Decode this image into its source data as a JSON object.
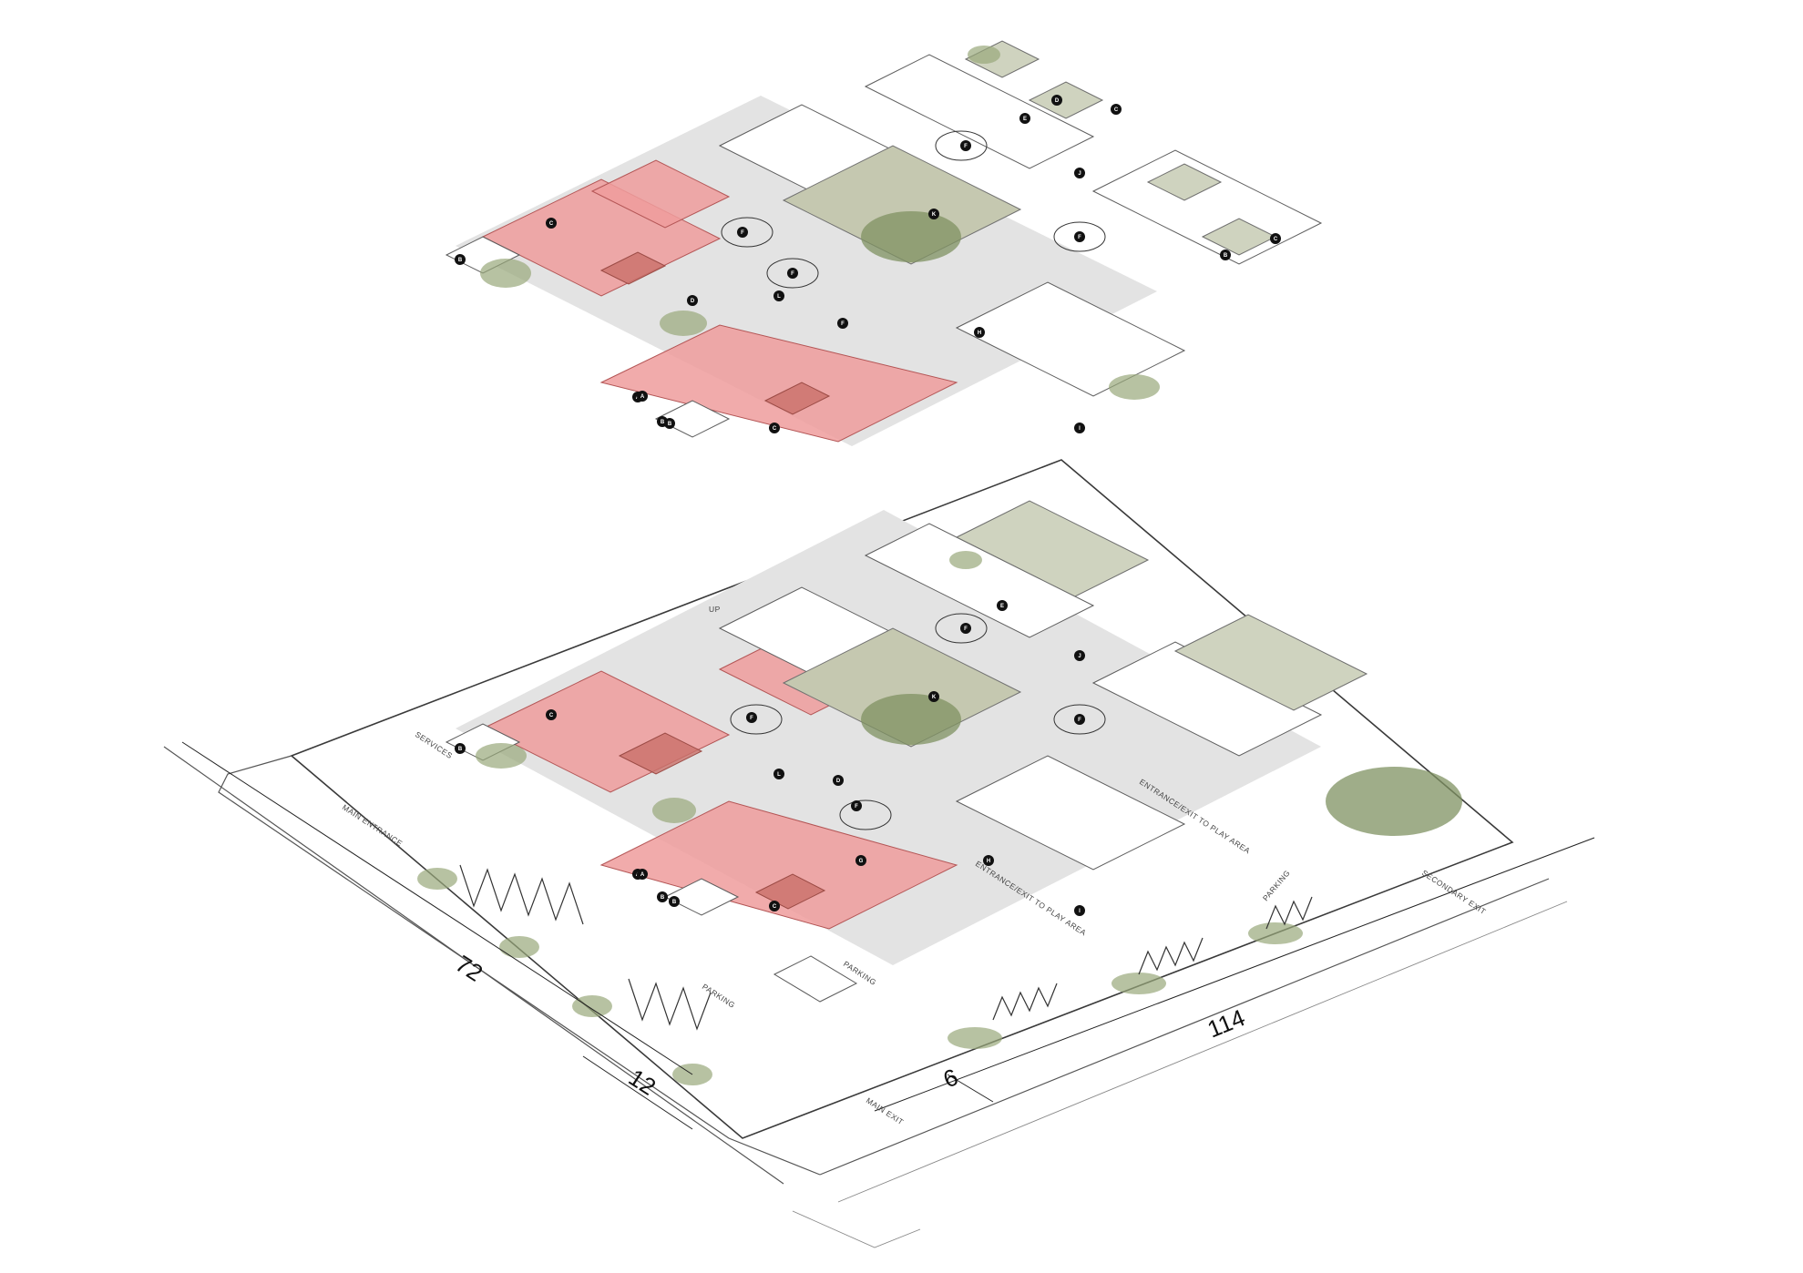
{
  "dimensions": {
    "site_depth": "72",
    "site_width": "114",
    "parking_depth": "12",
    "sidewalk": "6"
  },
  "labels": {
    "services": "SERVICES",
    "main_entrance": "MAIN ENTRANCE",
    "parking_left": "PARKING",
    "parking_center": "PARKING",
    "parking_right": "PARKING",
    "main_exit": "MAIN EXIT",
    "secondary_exit": "SECONDARY EXIT",
    "play_entrance_1": "ENTRANCE/EXIT TO PLAY AREA",
    "play_entrance_2": "ENTRANCE/EXIT TO PLAY AREA",
    "up": "UP"
  },
  "upper_markers": [
    "B",
    "C",
    "B",
    "A",
    "F",
    "F",
    "L",
    "D",
    "F",
    "A",
    "B",
    "C",
    "K",
    "F",
    "F",
    "J",
    "E",
    "C",
    "D",
    "C",
    "B",
    "H",
    "I"
  ],
  "lower_markers": [
    "B",
    "C",
    "B",
    "A",
    "F",
    "D",
    "L",
    "F",
    "A",
    "B",
    "C",
    "G",
    "K",
    "F",
    "F",
    "J",
    "E",
    "H",
    "I"
  ],
  "colors": {
    "highlight": "#ee9c9c",
    "highlight_dark": "#c9706a",
    "vegetation": "#98a87a",
    "court": "#c5c8b0"
  }
}
